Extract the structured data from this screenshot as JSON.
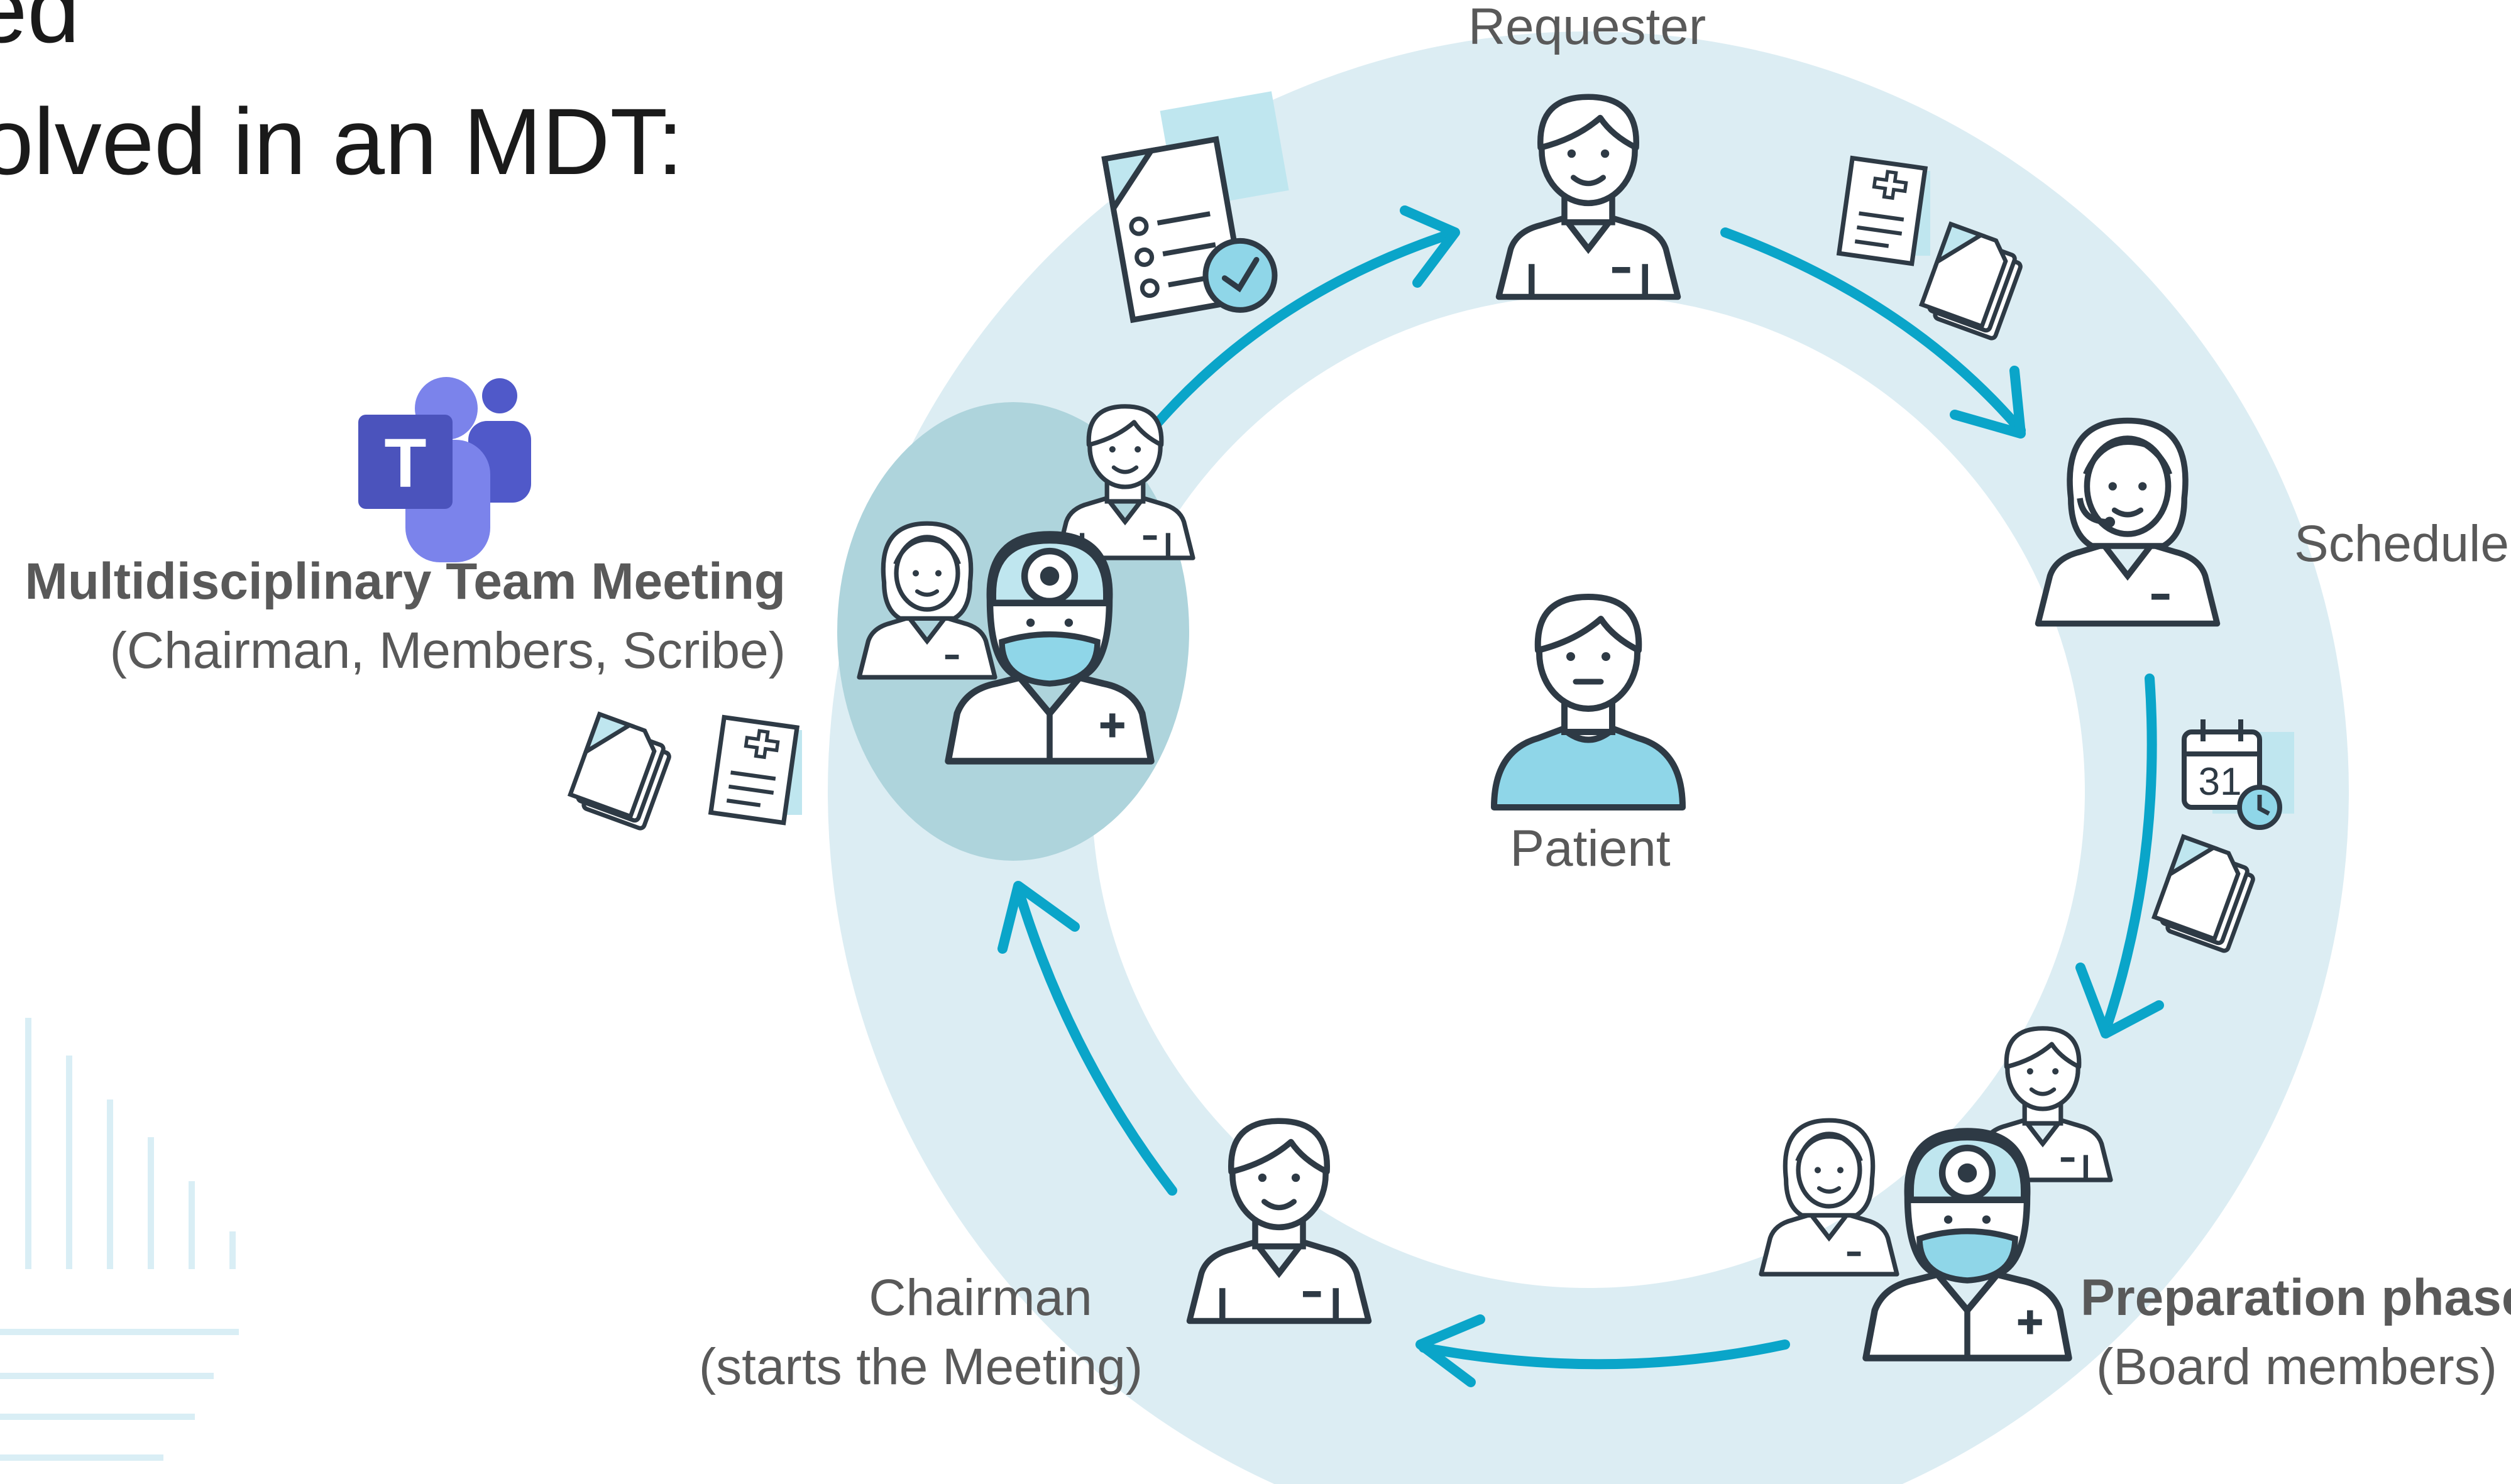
{
  "slide": {
    "title_fragment": "ed",
    "subtitle_fragment": "olved in an MDT:"
  },
  "roles": {
    "requester": "Requester",
    "scheduler": "Schedule",
    "patient": "Patient",
    "preparation_title": "Preparation phase",
    "preparation_sub": "(Board members)",
    "chairman_title": "Chairman",
    "chairman_sub": "(starts the Meeting)",
    "mdt_title": "Multidisciplinary Team Meeting",
    "mdt_sub": "(Chairman, Members, Scribe)"
  },
  "calendar_day": "31",
  "colors": {
    "ring": "#dcedf3",
    "arrow": "#0aa5c9",
    "icon_stroke": "#2e3a45",
    "icon_fill": "#bfe6ef",
    "meeting_circle": "#aed4dc",
    "teams_purple": "#5059c9"
  },
  "icons": [
    "teams-logo-icon",
    "checklist-document-icon",
    "medical-report-icon",
    "documents-stack-icon",
    "calendar-clock-icon",
    "person-icon",
    "doctor-icon"
  ]
}
